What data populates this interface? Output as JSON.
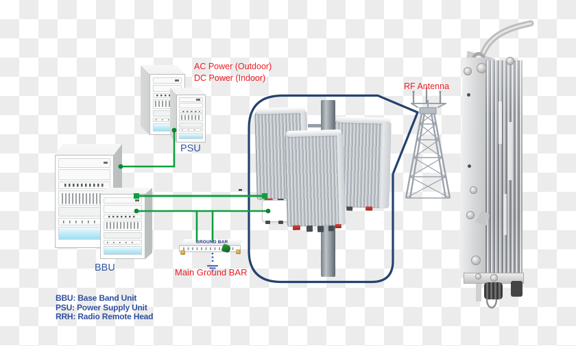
{
  "diagram": {
    "power_note": {
      "line1": "AC Power (Outdoor)",
      "line2": "DC Power (Indoor)"
    },
    "psu_label": "PSU",
    "bbu_label": "BBU",
    "rf_antenna_label": "RF Antenna",
    "ground_bar_engraving": "GROUND BAR",
    "main_ground_bar_label": "Main Ground BAR",
    "legend": {
      "line1": "BBU: Base Band Unit",
      "line2": "PSU: Power Supply Unit",
      "line3": "RRH: Radio Remote Head"
    },
    "colors": {
      "connection_green": "#0c9f3e",
      "callout_blue": "#24426e",
      "label_red": "#ed1c24",
      "label_blue": "#2f4f9e",
      "cyan_panel": "#a0dff2"
    }
  }
}
